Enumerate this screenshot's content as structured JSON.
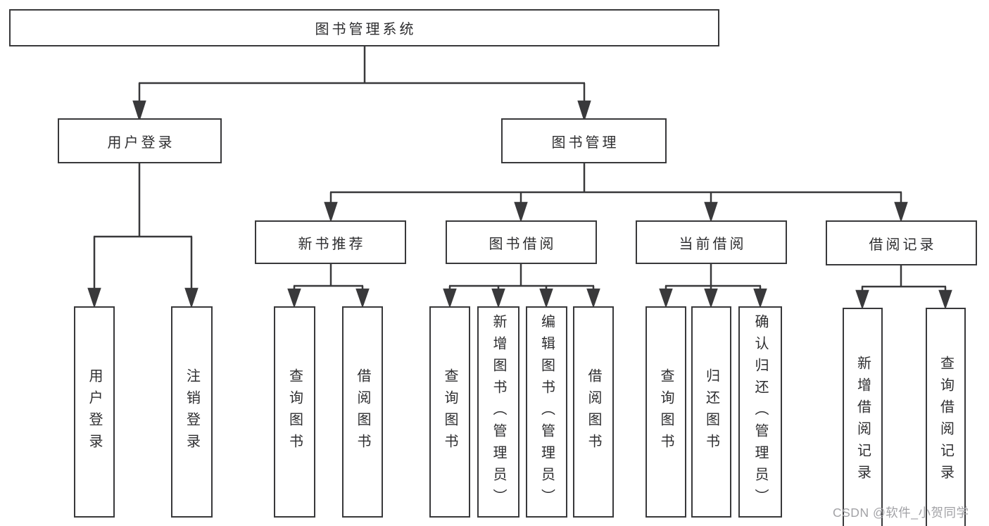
{
  "diagram": {
    "type": "feature-tree",
    "title": "图书管理系统",
    "branches": [
      {
        "label": "用户登录",
        "children": [
          {
            "label": "用户登录"
          },
          {
            "label": "注销登录"
          }
        ]
      },
      {
        "label": "图书管理",
        "children": [
          {
            "label": "新书推荐",
            "children": [
              {
                "label": "查询图书"
              },
              {
                "label": "借阅图书"
              }
            ]
          },
          {
            "label": "图书借阅",
            "children": [
              {
                "label": "查询图书"
              },
              {
                "label": "新增图书（管理员）"
              },
              {
                "label": "编辑图书（管理员）"
              },
              {
                "label": "借阅图书"
              }
            ]
          },
          {
            "label": "当前借阅",
            "children": [
              {
                "label": "查询图书"
              },
              {
                "label": "归还图书"
              },
              {
                "label": "确认归还（管理员）"
              }
            ]
          },
          {
            "label": "借阅记录",
            "children": [
              {
                "label": "新增借阅记录"
              },
              {
                "label": "查询借阅记录"
              }
            ]
          }
        ]
      }
    ]
  },
  "watermark": {
    "text": "CSDN @软件_小贺同学"
  },
  "colors": {
    "line": "#39393b",
    "box_border": "#39393b",
    "text": "#2e2e30",
    "background": "#ffffff",
    "watermark": "#a2a2a6"
  }
}
